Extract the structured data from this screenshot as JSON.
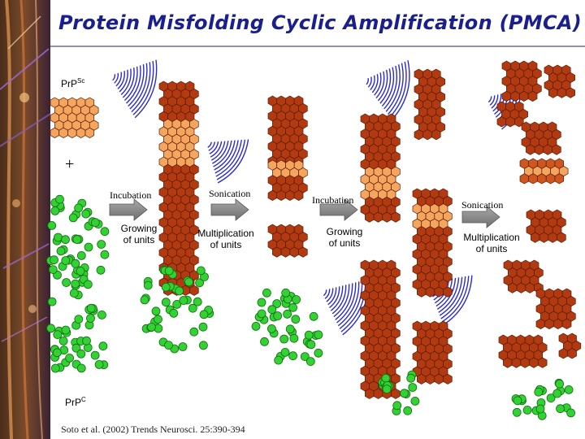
{
  "slide": {
    "title": "Protein Misfolding Cyclic Amplification (PMCA)",
    "citation": "Soto et al. (2002) Trends Neurosci. 25:390-394"
  },
  "labels": {
    "prp_sc_main": "Pr",
    "prp_sc_p": "P",
    "prp_sc_sup": "Sc",
    "prp_c_main": "Pr",
    "prp_c_p": "P",
    "prp_c_sup": "C",
    "plus": "+"
  },
  "steps": [
    {
      "action": "Incubation",
      "caption_line1": "Growing",
      "caption_line2": "of units"
    },
    {
      "action": "Sonication",
      "caption_line1": "Multiplication",
      "caption_line2": "of units"
    },
    {
      "action": "Incubation",
      "caption_line1": "Growing",
      "caption_line2": "of units"
    },
    {
      "action": "Sonication",
      "caption_line1": "Multiplication",
      "caption_line2": "of units"
    }
  ],
  "colors": {
    "title": "#1a1f8f",
    "misfolded_dark": "#b23a10",
    "misfolded_mid": "#d0561f",
    "misfolded_light": "#f4a55e",
    "normal_green": "#33d133",
    "arrow_gray": "#8a8a8a",
    "sonication_wave": "#2b2bd1"
  }
}
